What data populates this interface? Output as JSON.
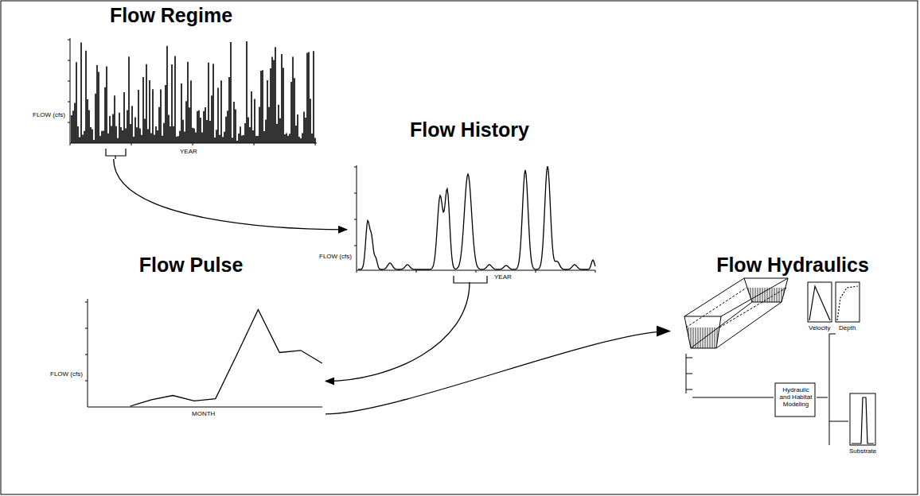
{
  "diagram": {
    "nodes": [
      {
        "text": [
          "Flow Regime"
        ]
      },
      {
        "text": [
          "Flow History"
        ]
      },
      {
        "text": [
          "Flow Pulse"
        ]
      },
      {
        "text": [
          "Flow Hydraulics"
        ]
      }
    ],
    "edges": [
      {
        "from": 0,
        "to": 1,
        "arrow": "to"
      },
      {
        "from": 1,
        "to": 2,
        "arrow": "to"
      },
      {
        "from": 2,
        "to": 3,
        "arrow": "to"
      }
    ],
    "labels": [
      "FLOW (cfs)",
      "YEAR",
      "FLOW (cfs)",
      "YEAR",
      "FLOW (cfs)",
      "MONTH",
      "Velocity",
      "Depth",
      "Substrate",
      "Hydraulic and Habitat Modeling"
    ]
  }
}
